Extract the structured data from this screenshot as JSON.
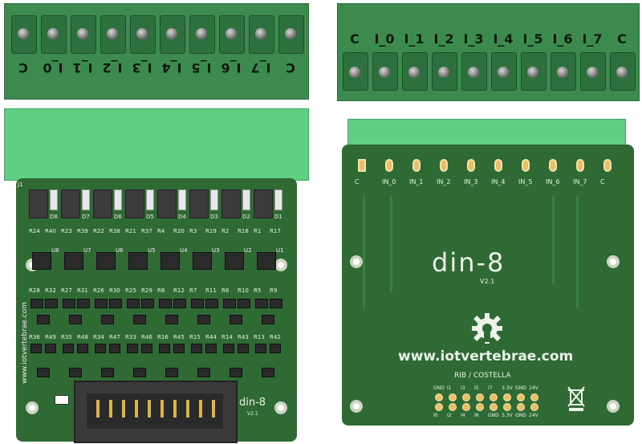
{
  "left_terminal_labels": [
    "C",
    "I_7",
    "I_6",
    "I_5",
    "I_4",
    "I_3",
    "I_2",
    "I_1",
    "I_0",
    "C"
  ],
  "right_terminal_labels": [
    "C",
    "I_0",
    "I_1",
    "I_2",
    "I_3",
    "I_4",
    "I_5",
    "I_6",
    "I_7",
    "C"
  ],
  "front_pcb": {
    "leds": [
      "D8",
      "D7",
      "D6",
      "D5",
      "D4",
      "D3",
      "D2",
      "D1"
    ],
    "resistor_row1": [
      "R24",
      "R40",
      "R23",
      "R39",
      "R22",
      "R38",
      "R21",
      "R37",
      "R4",
      "R20",
      "R3",
      "R19",
      "R2",
      "R18",
      "R1",
      "R17"
    ],
    "chips": [
      "U8",
      "U7",
      "U6",
      "U5",
      "U4",
      "U3",
      "U2",
      "U1"
    ],
    "resistor_row2": [
      "R28",
      "R32",
      "R27",
      "R31",
      "R26",
      "R30",
      "R25",
      "R29",
      "R8",
      "R12",
      "R7",
      "R11",
      "R6",
      "R10",
      "R5",
      "R9"
    ],
    "resistor_row3": [
      "R36",
      "R49",
      "R35",
      "R48",
      "R34",
      "R47",
      "R33",
      "R46",
      "R16",
      "R45",
      "R15",
      "R44",
      "R14",
      "R43",
      "R13",
      "R42"
    ],
    "url_vertical": "www.iotvertebrae.com",
    "board_name": "din-8",
    "version": "V2.1",
    "j_label": "J1"
  },
  "back_pcb": {
    "pin_labels": [
      "C",
      "IN_0",
      "IN_1",
      "IN_2",
      "IN_3",
      "IN_4",
      "IN_5",
      "IN_6",
      "IN_7",
      "C"
    ],
    "board_name": "din-8",
    "version": "V2.1",
    "url": "www.iotvertebrae.com",
    "rib_label": "RIB / COSTELLA",
    "header_top_labels": [
      "GND",
      "I1",
      "I3",
      "I5",
      "I7",
      "3.3V",
      "GND",
      "24V"
    ],
    "header_bottom_labels": [
      "I0",
      "I2",
      "I4",
      "I6",
      "GND",
      "3.3V",
      "GND",
      "24V"
    ]
  },
  "colors": {
    "pcb_green": "#2f6a34",
    "terminal_green": "#3c8a4e",
    "plug_green": "#5fcf82",
    "pad_gold": "#e9c06a"
  }
}
